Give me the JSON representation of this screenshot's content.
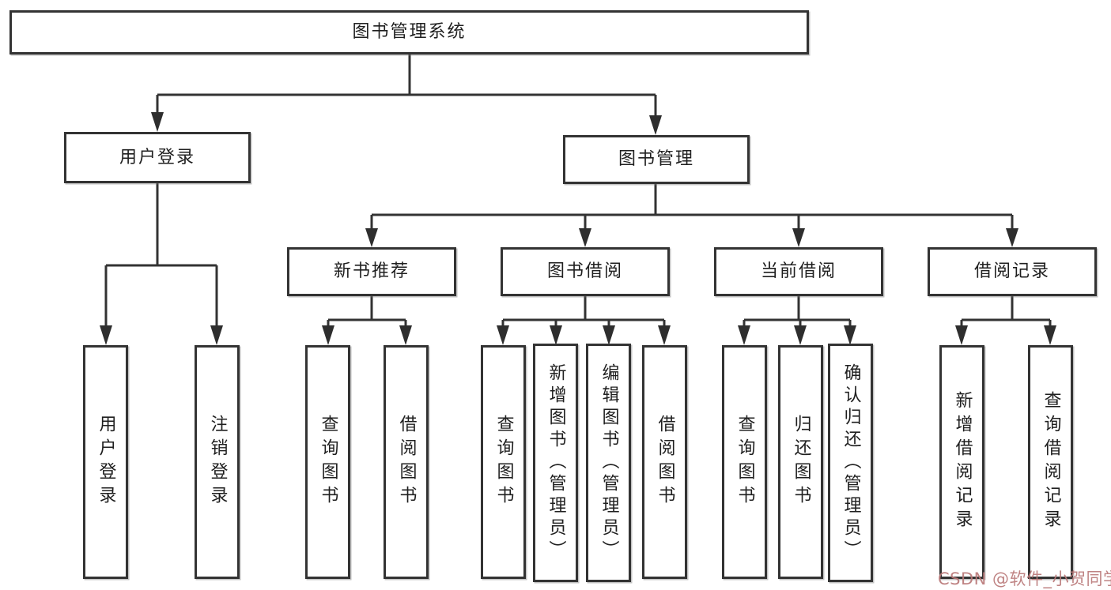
{
  "nodes": {
    "root": "图书管理系统",
    "l2_user_login": "用户登录",
    "l2_book_mgmt": "图书管理",
    "l3_new_book": "新书推荐",
    "l3_book_borrow": "图书借阅",
    "l3_current_borrow": "当前借阅",
    "l3_borrow_records": "借阅记录",
    "leaf_user_login": "用户登录",
    "leaf_logout": "注销登录",
    "leaf_newbook_query": "查询图书",
    "leaf_newbook_borrow": "借阅图书",
    "leaf_borrow_query": "查询图书",
    "leaf_borrow_add": "新增图书（管理员）",
    "leaf_borrow_edit": "编辑图书（管理员）",
    "leaf_borrow_borrow": "借阅图书",
    "leaf_current_query": "查询图书",
    "leaf_current_return": "归还图书",
    "leaf_current_confirm": "确认归还（管理员）",
    "leaf_records_add": "新增借阅记录",
    "leaf_records_query": "查询借阅记录"
  },
  "watermark": {
    "text": "CSDN @软件_小贺同学",
    "color": "#ba7878"
  },
  "colors": {
    "line": "#333333",
    "box_border": "#333333",
    "background": "#ffffff",
    "text": "#1f1f1f"
  }
}
